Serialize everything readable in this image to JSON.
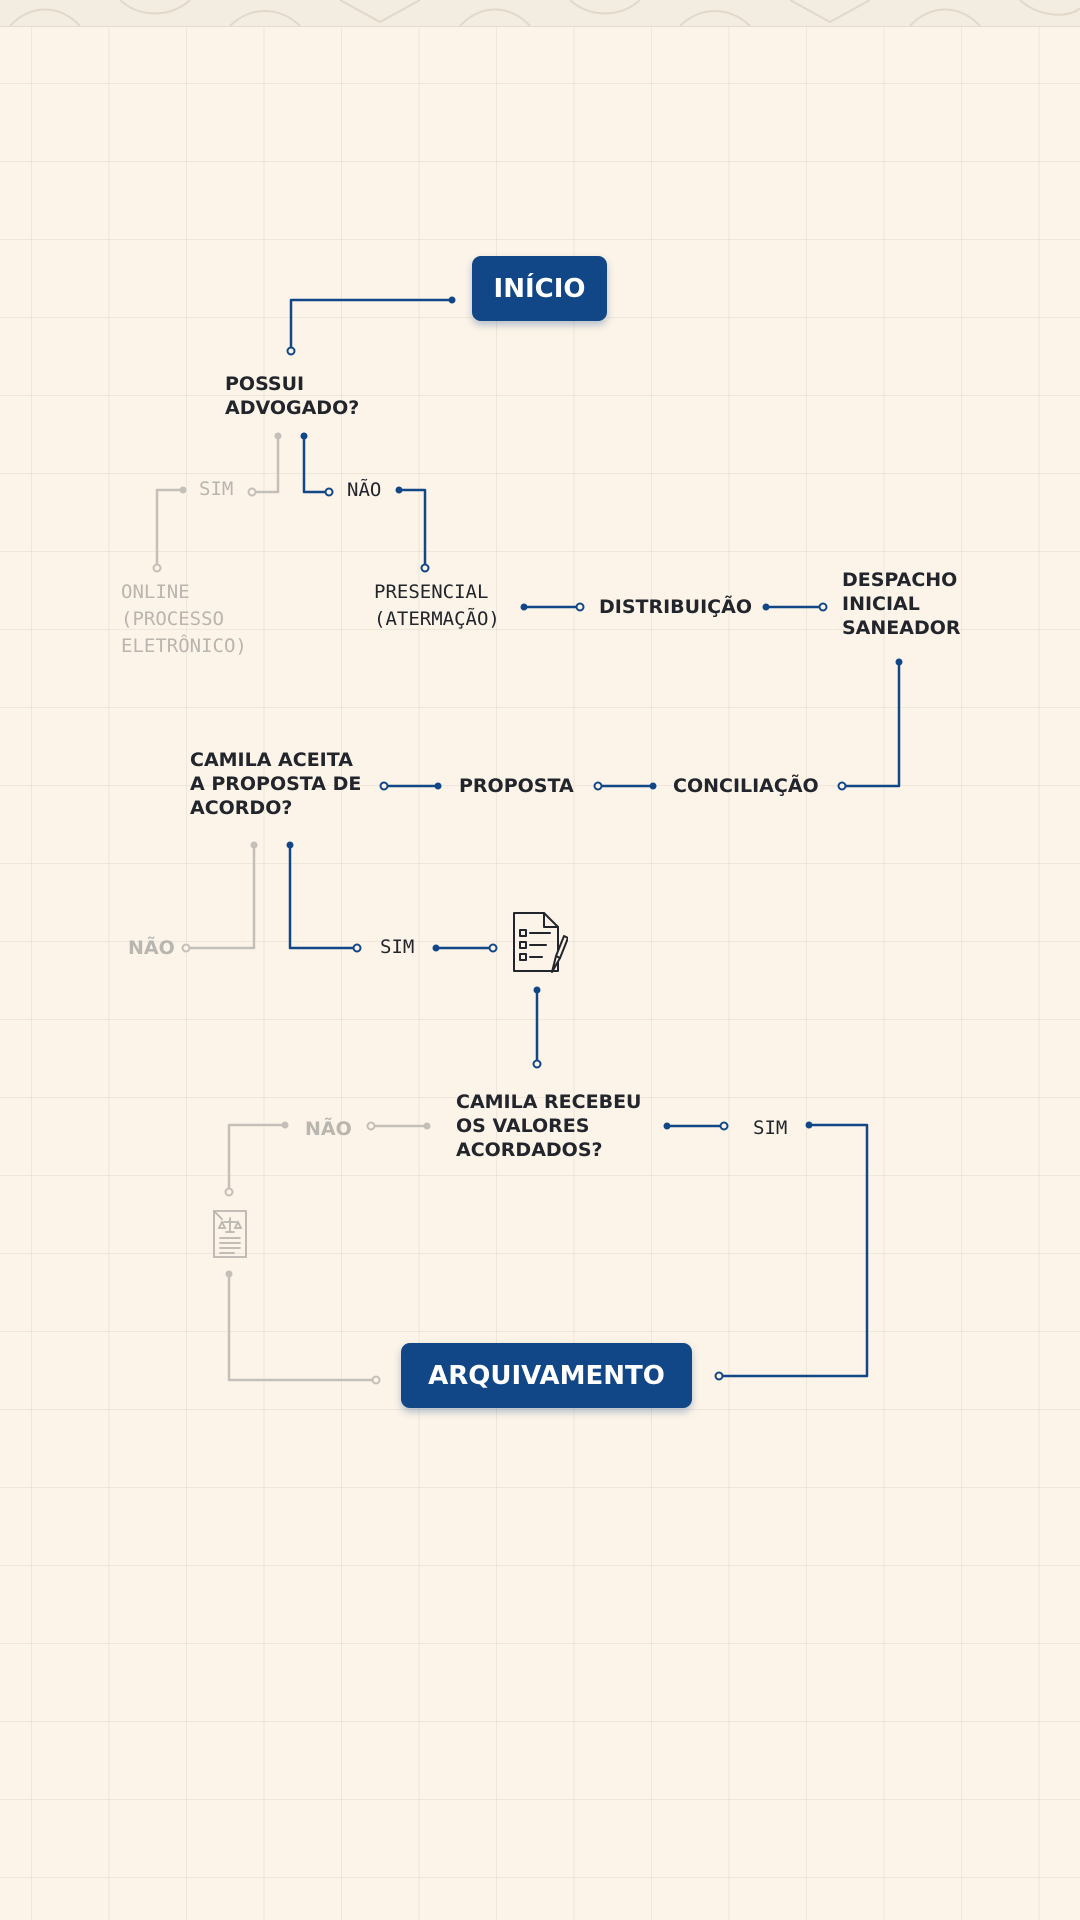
{
  "colors": {
    "background": "#fcf4e8",
    "primary": "#124787",
    "text": "#22262c",
    "muted": "#b9b5af"
  },
  "flow": {
    "start": "INÍCIO",
    "q_lawyer": "POSSUI\nADVOGADO?",
    "lawyer_yes": "SIM",
    "lawyer_no": "NÃO",
    "online": "ONLINE\n(PROCESSO\nELETRÔNICO)",
    "presencial": "PRESENCIAL\n(ATERMAÇÃO)",
    "distribuicao": "DISTRIBUIÇÃO",
    "despacho": "DESPACHO\nINICIAL\nSANEADOR",
    "conciliacao": "CONCILIAÇÃO",
    "proposta": "PROPOSTA",
    "q_accept": "CAMILA ACEITA\nA PROPOSTA DE\nACORDO?",
    "accept_no": "NÃO",
    "accept_yes": "SIM",
    "q_received": "CAMILA RECEBEU\nOS VALORES\nACORDADOS?",
    "received_no": "NÃO",
    "received_yes": "SIM",
    "end": "ARQUIVAMENTO"
  },
  "icons": {
    "agreement": "document-checklist-pen-icon",
    "judgment": "legal-document-scales-icon",
    "header_band": "decorative-pattern-band"
  }
}
